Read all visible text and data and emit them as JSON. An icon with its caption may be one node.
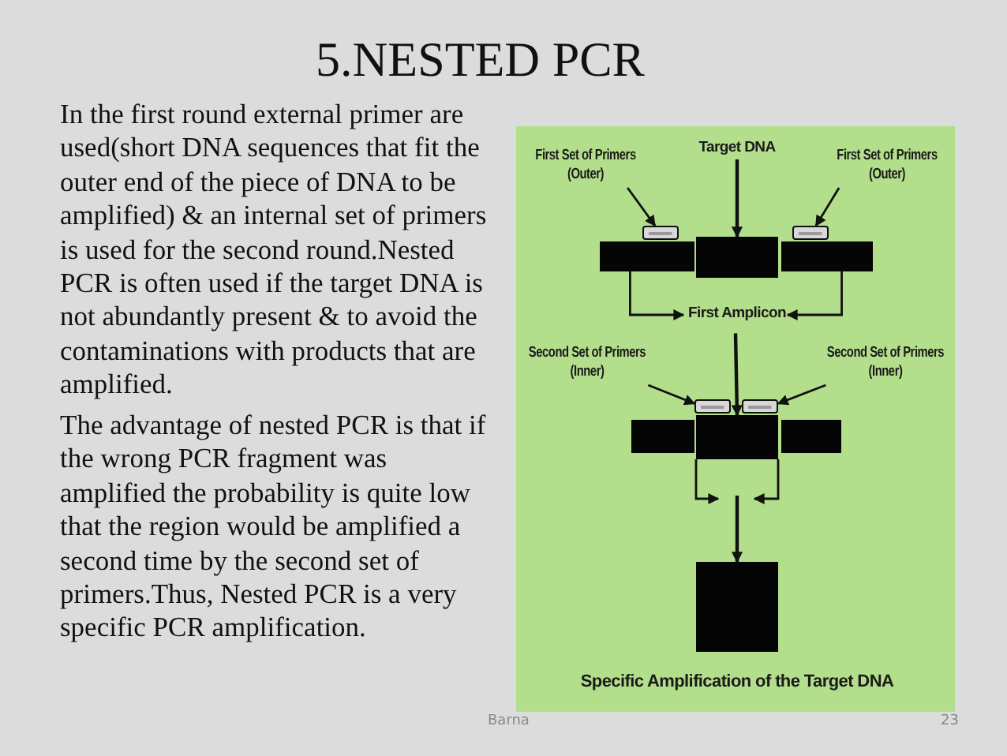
{
  "diagram": {
    "title": "5.NESTED PCR",
    "nodes": [
      {
        "text": [
          "First Set of Primers (Outer)"
        ]
      },
      {
        "text": [
          "Target DNA"
        ]
      },
      {
        "text": [
          "First Set of Primers (Outer)"
        ]
      },
      {
        "text": [],
        "shape": "box"
      },
      {
        "text": [],
        "shape": "box"
      },
      {
        "text": [],
        "shape": "bar"
      },
      {
        "text": [],
        "shape": "bar"
      },
      {
        "text": [],
        "shape": "bar"
      },
      {
        "text": [
          "First Amplicon"
        ]
      },
      {
        "text": [
          "Second Set of Primers (Inner)"
        ]
      },
      {
        "text": [
          "Second Set of Primers (Inner)"
        ]
      },
      {
        "text": [],
        "shape": "box"
      },
      {
        "text": [],
        "shape": "box"
      },
      {
        "text": [],
        "shape": "bar"
      },
      {
        "text": [],
        "shape": "bar"
      },
      {
        "text": [],
        "shape": "bar"
      },
      {
        "text": [],
        "shape": "bar"
      }
    ],
    "edges": [
      {
        "from": 0,
        "to": 3,
        "arrow": "to"
      },
      {
        "from": 1,
        "to": 6,
        "arrow": "to"
      },
      {
        "from": 2,
        "to": 4,
        "arrow": "to"
      },
      {
        "from": 5,
        "to": 8,
        "arrow": "to"
      },
      {
        "from": 7,
        "to": 8,
        "arrow": "to"
      },
      {
        "from": 8,
        "to": 14,
        "arrow": "to"
      },
      {
        "from": 9,
        "to": 11,
        "arrow": "to"
      },
      {
        "from": 10,
        "to": 12,
        "arrow": "to"
      },
      {
        "from": 14,
        "to": null,
        "arrow": "to"
      },
      {
        "from": 14,
        "to": null,
        "arrow": "to"
      },
      {
        "from": null,
        "to": 16,
        "arrow": "to"
      }
    ],
    "labels": [
      "In the first round external primer are used(short DNA sequences that fit the outer end of the piece of DNA to be amplified) & an internal set of primers is used for the second round.Nested PCR is often used if the target DNA is not abundantly present & to avoid the contaminations with products that are amplified.",
      "The advantage of nested PCR is that if the wrong PCR fragment was amplified the probability is quite low that the region would be amplified a second time by the second set of primers.Thus, Nested PCR is a very specific PCR amplification.",
      "Specific Amplification of the Target DNA",
      "Barna",
      "23"
    ]
  }
}
